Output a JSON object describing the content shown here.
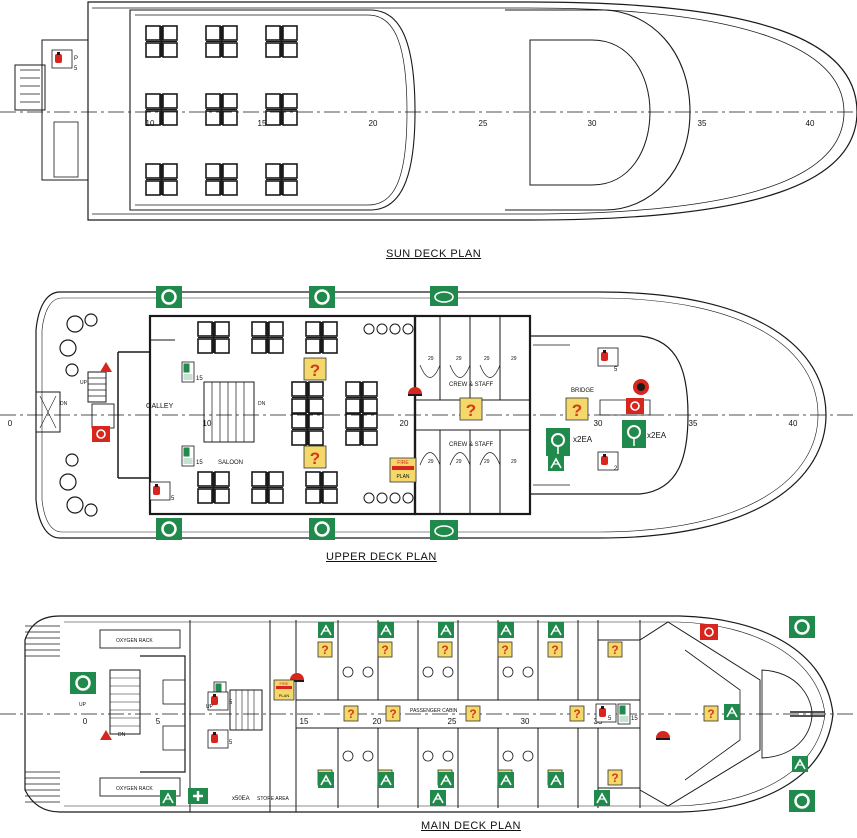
{
  "sun_deck": {
    "title": "SUN DECK PLAN",
    "frames": [
      "10",
      "15",
      "20",
      "25",
      "30",
      "35",
      "40"
    ],
    "sign_texts": {
      "fire_extinguisher": "P",
      "fire_extinguisher_count": "5"
    }
  },
  "upper_deck": {
    "title": "UPPER DECK PLAN",
    "frames": [
      "0",
      "10",
      "20",
      "30",
      "35",
      "40"
    ],
    "rooms": {
      "galley": "GALLEY",
      "saloon": "SALOON",
      "crew_staff_top": "CREW & STAFF",
      "crew_staff_bottom": "CREW & STAFF",
      "bridge": "BRIDGE"
    },
    "stairs": {
      "up": "UP",
      "dn": "DN"
    },
    "life_jacket_count": "15",
    "cabin_numbers": [
      "29",
      "29",
      "29",
      "29",
      "29",
      "29",
      "29",
      "29"
    ],
    "fire_plan": [
      "FIRE",
      "PLAN"
    ],
    "qty_labels": {
      "buoy": "x2EA",
      "raft": "x2EA"
    },
    "extinguisher_counts": [
      "5",
      "5",
      "2"
    ]
  },
  "main_deck": {
    "title": "MAIN DECK PLAN",
    "frames": [
      "0",
      "5",
      "15",
      "20",
      "25",
      "30",
      "35"
    ],
    "rooms": {
      "oxygen_rack_top": "OXYGEN RACK",
      "oxygen_rack_bottom": "OXYGEN RACK",
      "passenger_cabin": "PASSENGER CABIN",
      "store_area": "STORE AREA"
    },
    "stairs": {
      "up": "UP",
      "dn": "DN"
    },
    "fire_plan": [
      "FIRE",
      "PLAN"
    ],
    "first_aid_qty": "x50EA",
    "life_jacket_count": "15",
    "extinguisher_counts": [
      "5",
      "5",
      "5"
    ]
  },
  "colors": {
    "line": "#1a1a1a",
    "safety_green": "#1f8a4c",
    "fire_red": "#d7261e",
    "caution_yellow": "#f4d86a",
    "question_red": "#d23a1e"
  }
}
